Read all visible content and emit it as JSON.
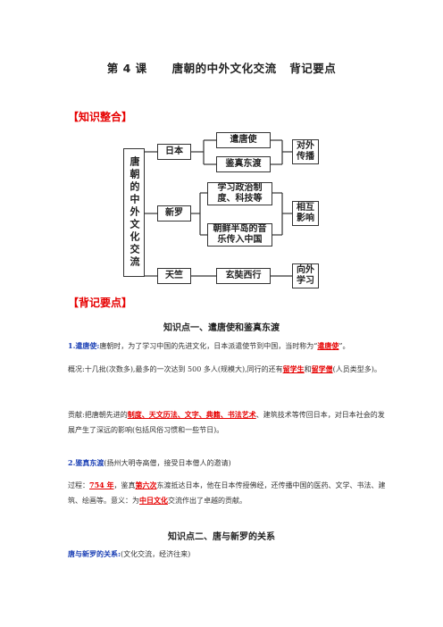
{
  "title": {
    "lesson": "第 4 课",
    "name": "唐朝的中外文化交流",
    "suffix": "背记要点"
  },
  "tags": {
    "integration": "【知识整合】",
    "memorize": "【背记要点】"
  },
  "diagram": {
    "root": "唐朝的中外文化交流",
    "branches": [
      "日本",
      "新罗",
      "天竺"
    ],
    "items": [
      "遣唐使",
      "鉴真东渡",
      "学习政治制度、科技等",
      "朝鲜半岛的音乐传入中国",
      "玄奘西行"
    ],
    "results": [
      "对外传播",
      "相互影响",
      "向外学习"
    ]
  },
  "section1": {
    "heading": "知识点一、遣唐使和鉴真东渡",
    "p1_label": "1.遣唐使:",
    "p1_text": "唐朝时，为了学习中国的先进文化，日本派遣使节到中国，当时称为“",
    "p1_red": "遣唐使",
    "p1_end": "”。",
    "p2_a": "概况:十几批(次数多),最多的一次达到  500  多人(规模大),同行的还有",
    "p2_red1": "留学生",
    "p2_and": "和",
    "p2_red2": "留学僧",
    "p2_end": "(人员类型多)。",
    "p3_a": "贡献:把唐朝先进的",
    "p3_red": "制度、天文历法、文字、典籍、书法艺术",
    "p3_end": "、建筑技术等传回日本，对日本社会的发展产生了深远的影响(包括风俗习惯和一些节日)。",
    "p4_label": "2.鉴真东渡",
    "p4_text": "(扬州大明寺高僧，接受日本僧人的邀请)",
    "p5_a": "过程：",
    "p5_red1": "754 年",
    "p5_b": "，鉴真",
    "p5_red2": "第六次",
    "p5_c": "东渡抵达日本，他在日本传授佛经，还传播中国的医药、文学、书法、建筑、绘画等。意义：为",
    "p5_red3": "中日文化",
    "p5_end": "交流作出了卓越的贡献。"
  },
  "section2": {
    "heading": "知识点二、唐与新罗的关系",
    "p1_label": "唐与新罗的关系:",
    "p1_text": "(文化交流，经济往来)"
  }
}
